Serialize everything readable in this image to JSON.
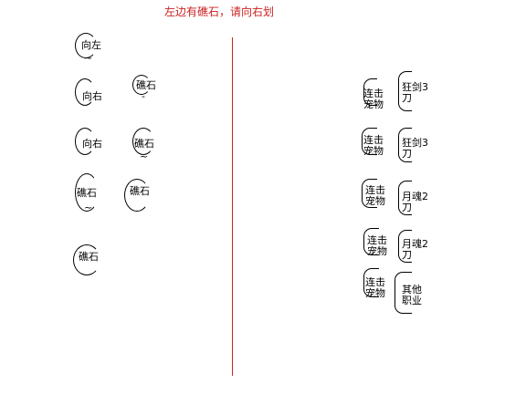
{
  "title": "左边有礁石，请向右划",
  "left": {
    "r1": {
      "a": "向左"
    },
    "r2": {
      "a": "向右",
      "b": "礁石",
      "b_sub": "-"
    },
    "r3": {
      "a": "向右",
      "b": "礁石",
      "b_sub": "~"
    },
    "r4": {
      "a": "礁石",
      "a_sub": "~",
      "b": "礁石"
    },
    "r5": {
      "a": "礁石"
    }
  },
  "right": {
    "rows": [
      {
        "left_1": "连击",
        "left_2": "宠物",
        "right_1": "狂剑3",
        "right_2": "刀"
      },
      {
        "left_1": "连击",
        "left_2": "宠物",
        "right_1": "狂剑3",
        "right_2": "刀"
      },
      {
        "left_1": "连击",
        "left_2": "宠物",
        "right_1": "月魂2",
        "right_2": "刀"
      },
      {
        "left_1": "连击",
        "left_2": "宠物",
        "right_1": "月魂2",
        "right_2": "刀"
      },
      {
        "left_1": "连击",
        "left_2": "宠物",
        "right_1": "其他",
        "right_2": "职业"
      }
    ]
  }
}
